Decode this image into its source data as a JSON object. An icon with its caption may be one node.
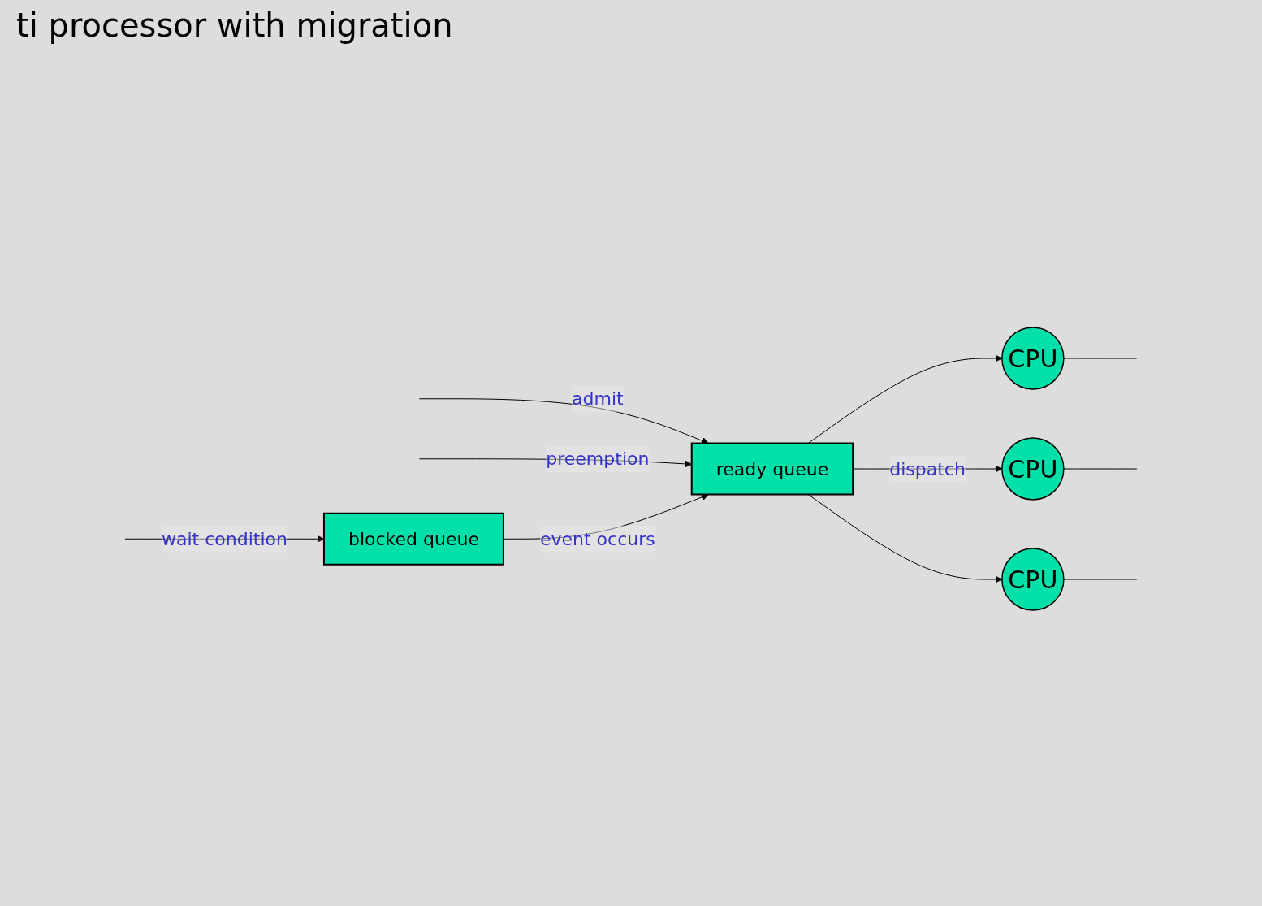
{
  "diagram": {
    "title": "ti processor with migration",
    "nodes": [
      {
        "text": [
          "ready queue"
        ]
      },
      {
        "text": [
          "CPU"
        ]
      },
      {
        "text": [
          "CPU"
        ]
      },
      {
        "text": [
          "CPU"
        ]
      },
      {
        "text": [
          "blocked queue"
        ]
      }
    ],
    "edges": [
      {
        "from": null,
        "to": 0,
        "arrow": "to",
        "label": "admit"
      },
      {
        "from": 0,
        "to": 1,
        "arrow": "to"
      },
      {
        "from": 0,
        "to": 2,
        "arrow": "to",
        "label": "dispatch"
      },
      {
        "from": 0,
        "to": 3,
        "arrow": "to"
      },
      {
        "from": 1,
        "to": null,
        "arrow": "none"
      },
      {
        "from": 2,
        "to": null,
        "arrow": "none"
      },
      {
        "from": 3,
        "to": null,
        "arrow": "none"
      },
      {
        "from": null,
        "to": 0,
        "arrow": "to",
        "label": "preemption"
      },
      {
        "from": 4,
        "to": 0,
        "arrow": "to",
        "label": "event occurs"
      },
      {
        "from": null,
        "to": 4,
        "arrow": "to",
        "label": "wait condition"
      }
    ]
  }
}
